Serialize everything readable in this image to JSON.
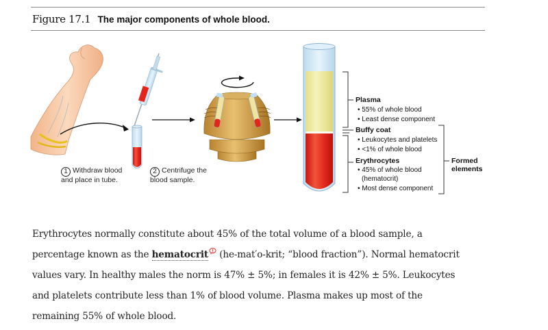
{
  "figure": {
    "number": "Figure 17.1",
    "title": "The major components of whole blood.",
    "steps": [
      {
        "num": "1",
        "line1": "Withdraw blood",
        "line2": "and place in tube."
      },
      {
        "num": "2",
        "line1": "Centrifuge the",
        "line2": "blood sample."
      }
    ],
    "labels": {
      "plasma": {
        "title": "Plasma",
        "bullets": [
          "55% of whole blood",
          "Least dense component"
        ]
      },
      "buffy_coat": {
        "title": "Buffy coat",
        "bullets": [
          "Leukocytes and platelets",
          "<1% of whole blood"
        ]
      },
      "erythrocytes": {
        "title": "Erythrocytes",
        "bullets": [
          "45% of whole blood",
          "(hematocrit)",
          "Most dense component"
        ]
      },
      "formed_elements": {
        "line1": "Formed",
        "line2": "elements"
      }
    },
    "colors": {
      "plasma": "#ece89a",
      "erythrocytes": "#e0231c",
      "centrifuge": "#c99a3e",
      "skin": "#f6c7a0"
    }
  },
  "body_text": {
    "line1": "Erythrocytes normally constitute about 45% of the total volume of a blood sample, a",
    "line2_pre": "percentage known as the ",
    "term": "hematocrit",
    "line2_post": " (he-mat′o-krit; “blood fraction”). Normal hematocrit",
    "line3": "values vary. In healthy males the norm is 47% ± 5%; in females it is 42% ± 5%. Leukocytes",
    "line4": "and platelets contribute less than 1% of blood volume. Plasma makes up most of the",
    "line5": "remaining 55% of whole blood."
  }
}
